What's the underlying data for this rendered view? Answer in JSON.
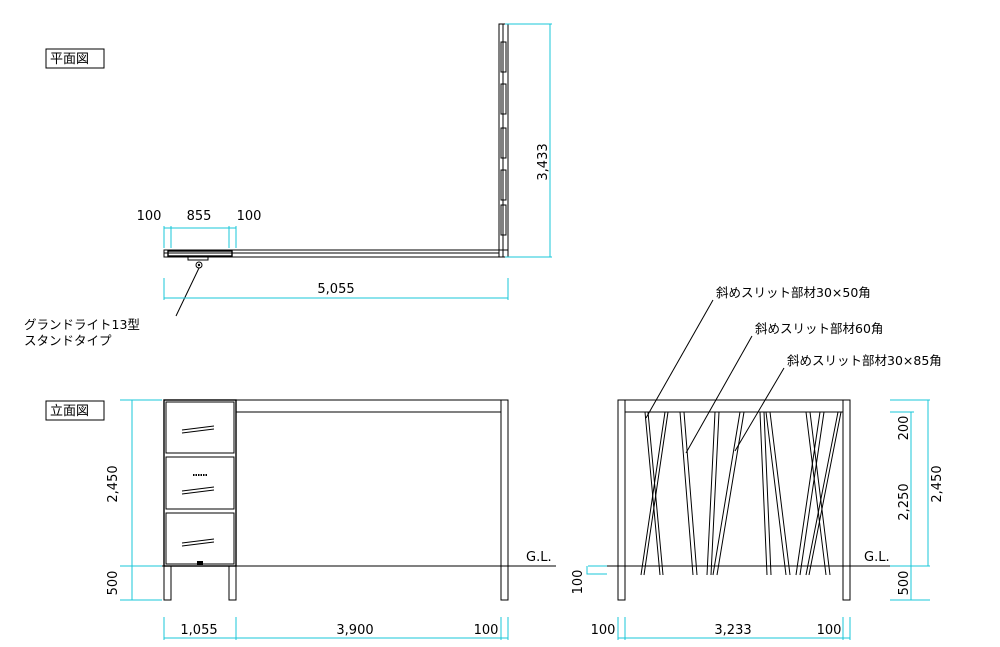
{
  "views": {
    "plan_label": "平面図",
    "elevation_label": "立面図"
  },
  "plan": {
    "dim_height": "3,433",
    "dim_width": "5,055",
    "dim_left_margin": "100",
    "dim_light_width": "855",
    "dim_right_margin": "100",
    "light_note_line1": "グランドライト13型",
    "light_note_line2": "スタンドタイプ"
  },
  "front_elevation": {
    "dim_height": "2,450",
    "dim_base": "500",
    "dim_cabinet_width": "1,055",
    "dim_span": "3,900",
    "dim_end": "100",
    "ground_label": "G.L."
  },
  "side_elevation": {
    "note_1": "斜めスリット部材30×50角",
    "note_2": "斜めスリット部材60角",
    "note_3": "斜めスリット部材30×85角",
    "dim_top": "200",
    "dim_mid": "2,250",
    "dim_total": "2,450",
    "dim_base": "500",
    "dim_left_bottom": "100",
    "dim_left": "100",
    "dim_span": "3,233",
    "dim_right": "100",
    "ground_label": "G.L."
  },
  "colors": {
    "line": "#000000",
    "dimension": "#19c7d8"
  }
}
